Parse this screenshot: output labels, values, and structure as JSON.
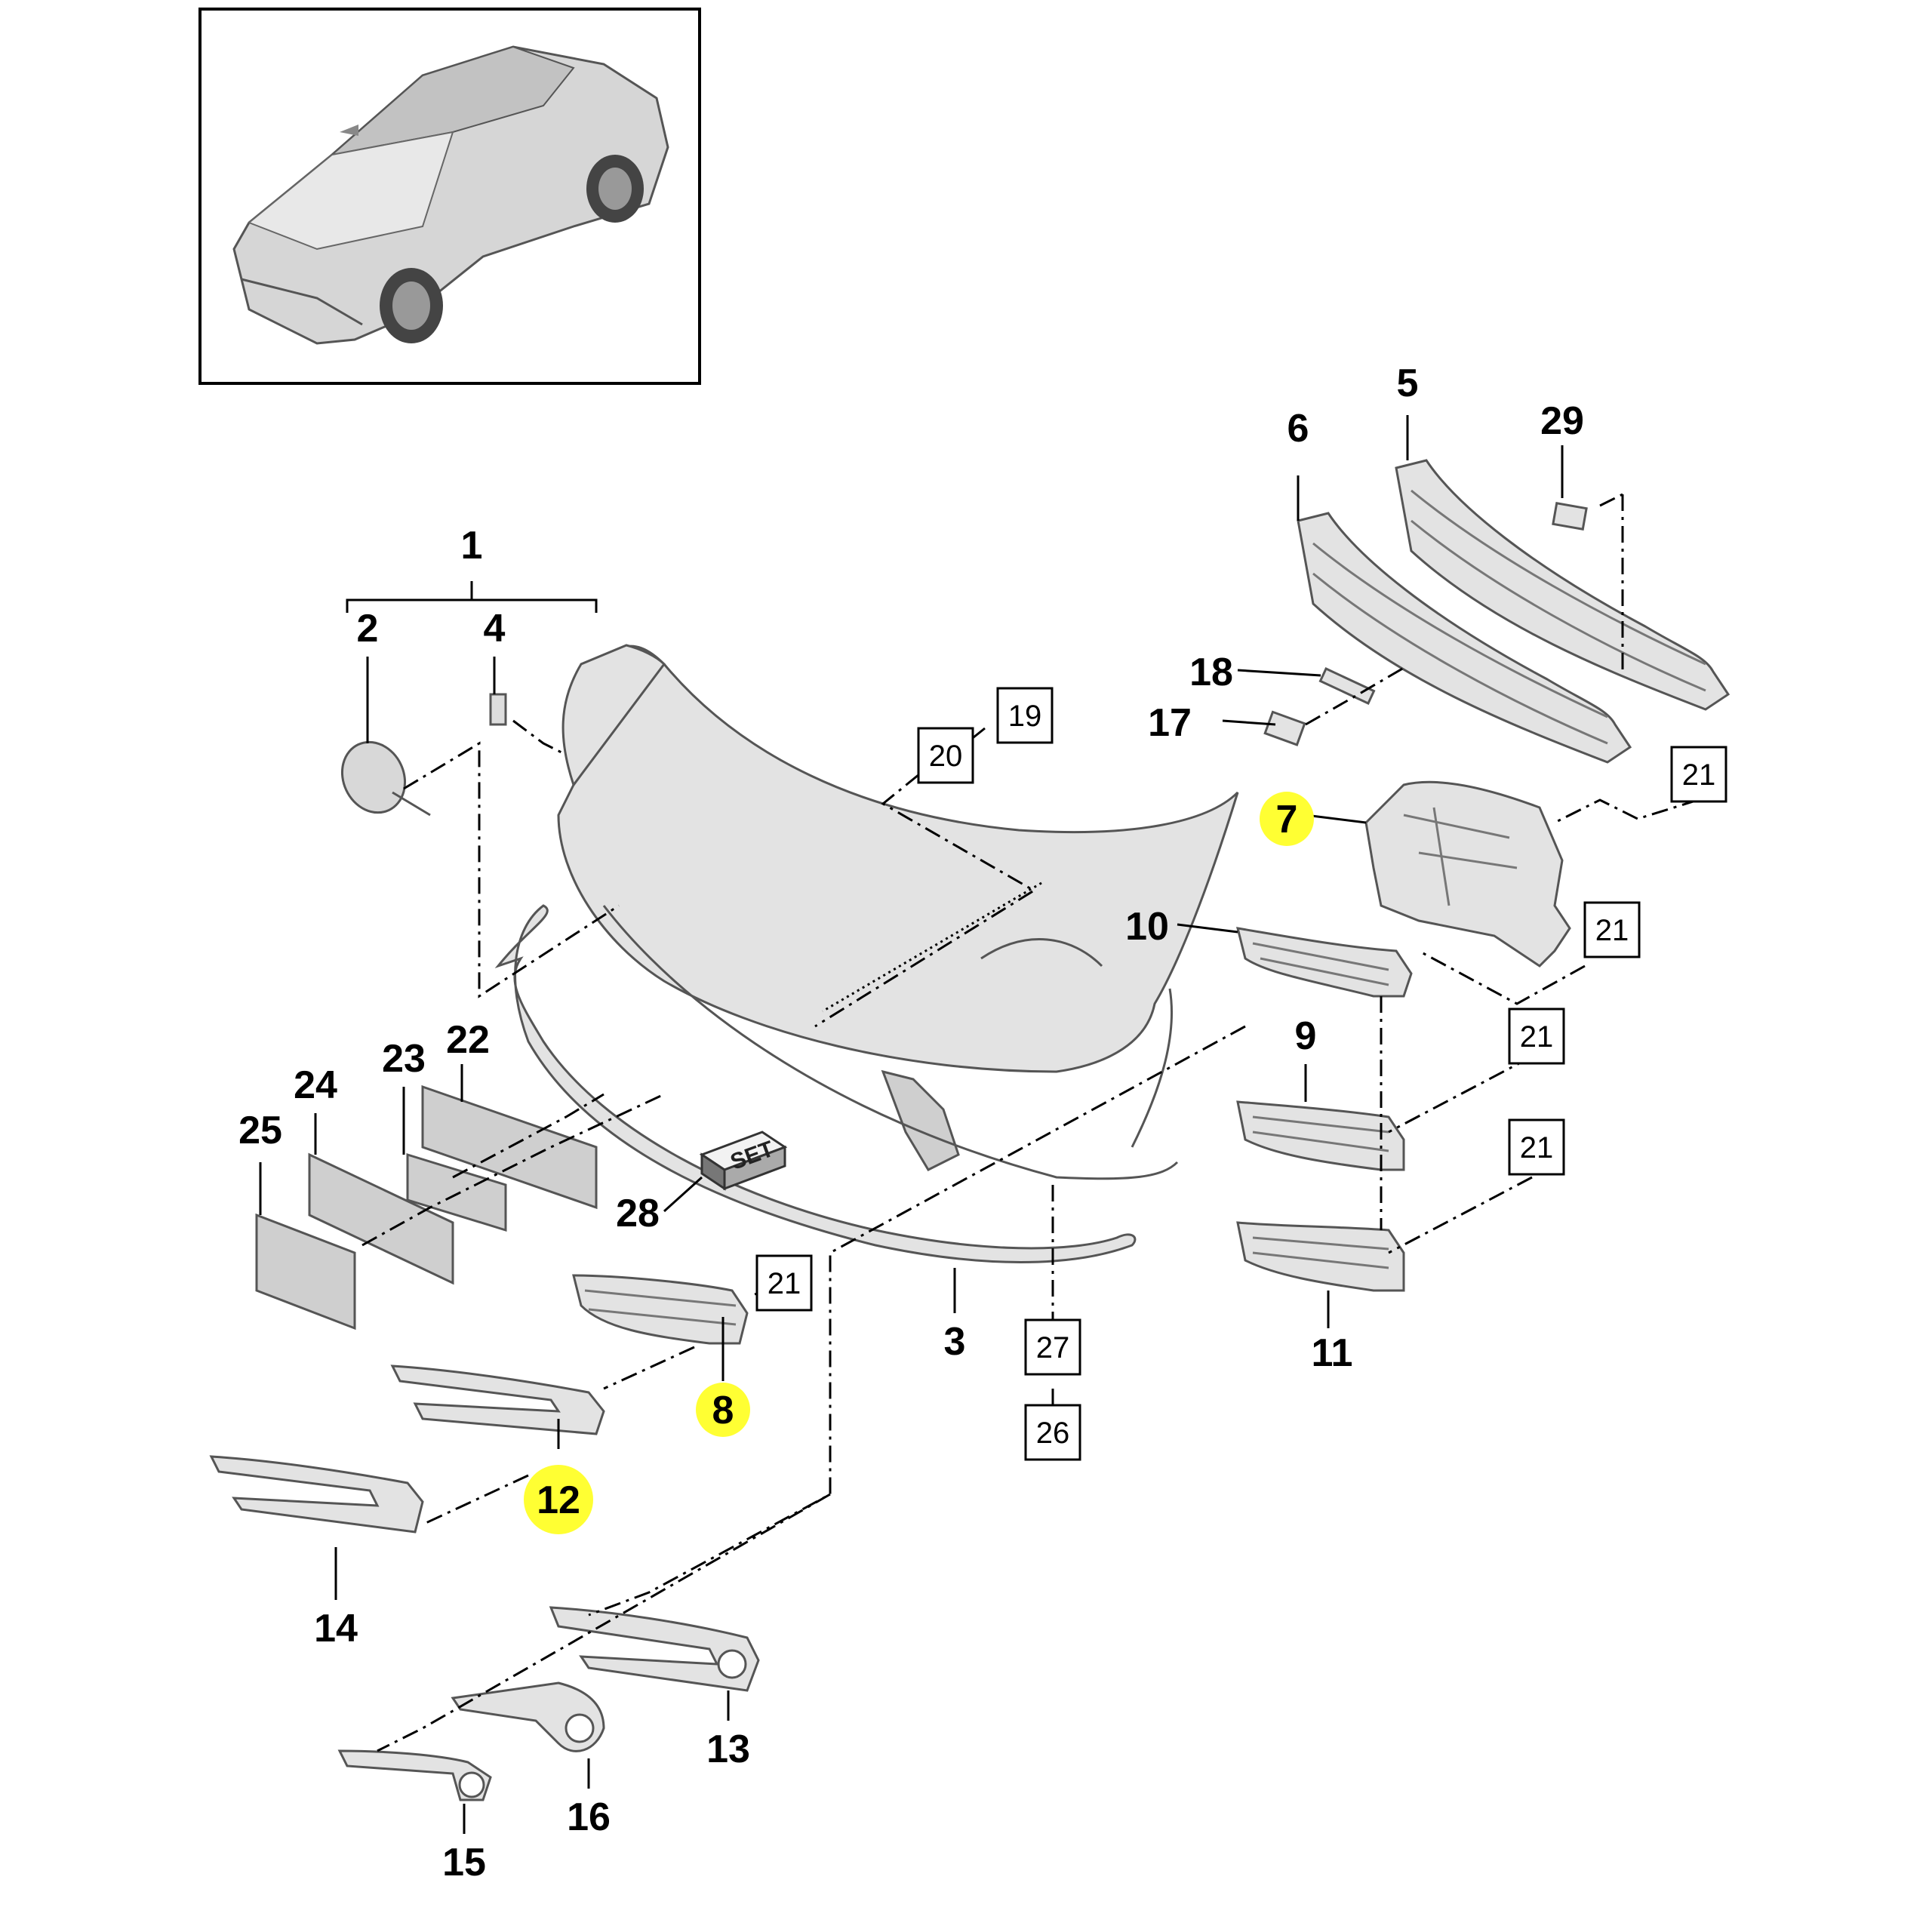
{
  "callouts": {
    "c1": "1",
    "c2": "2",
    "c3": "3",
    "c4": "4",
    "c5": "5",
    "c6": "6",
    "c7": "7",
    "c8": "8",
    "c9": "9",
    "c10": "10",
    "c11": "11",
    "c12": "12",
    "c13": "13",
    "c14": "14",
    "c15": "15",
    "c16": "16",
    "c17": "17",
    "c18": "18",
    "c22": "22",
    "c23": "23",
    "c24": "24",
    "c25": "25",
    "c28": "28",
    "c29": "29"
  },
  "boxed": {
    "b19": "19",
    "b20": "20",
    "b26": "26",
    "b27": "27",
    "b21a": "21",
    "b21b": "21",
    "b21c": "21",
    "b21d": "21",
    "b21e": "21"
  },
  "set_label": "SET",
  "colors": {
    "highlight": "#ffff33",
    "ink": "#000000",
    "part_fill": "#e3e3e3"
  }
}
